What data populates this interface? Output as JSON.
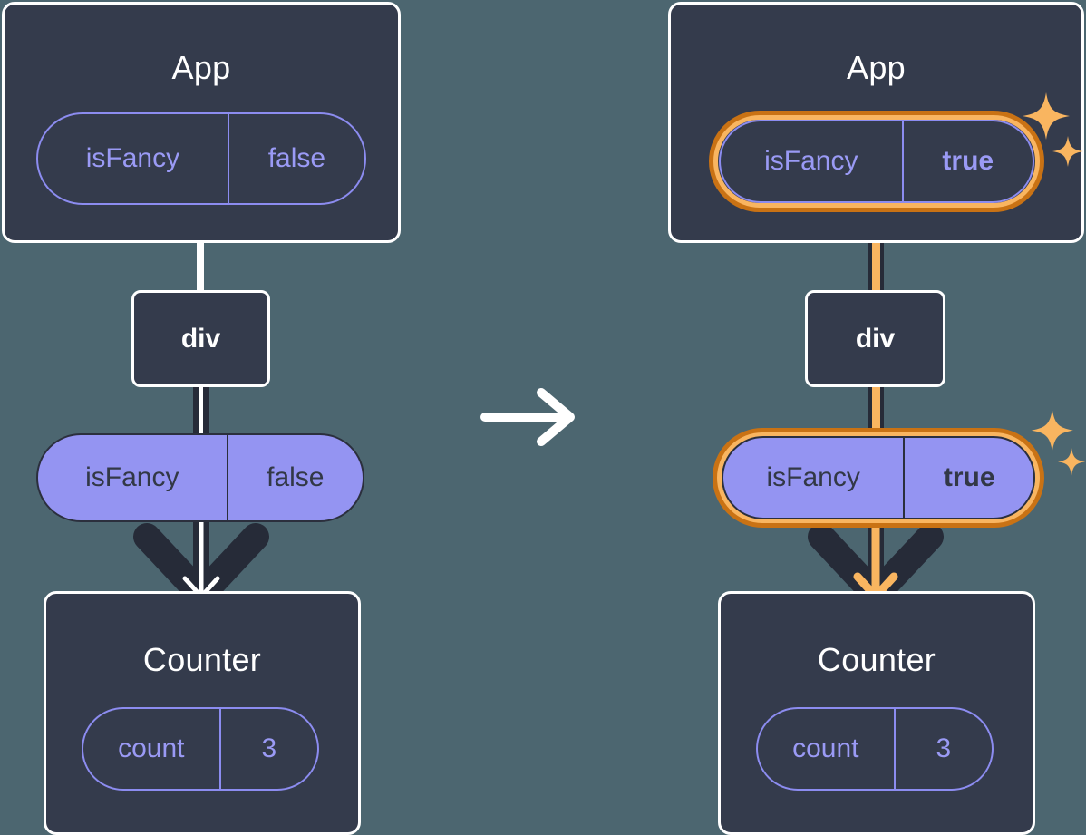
{
  "diagram": {
    "title": "React state propagation: isFancy false to true",
    "background_color": "#4C6670",
    "transition_arrow_icon": "arrow-right-icon",
    "colors": {
      "panel": "#343B4C",
      "panel_border": "#FFFFFF",
      "pill_fill": "#9494F2",
      "pill_outline": "#8C8CF0",
      "highlight_outer": "#C97214",
      "highlight_inner": "#F9B560",
      "sparkle": "#F9B560",
      "edge_dark": "#262B38"
    }
  },
  "before": {
    "app": {
      "title": "App",
      "state_pill": {
        "key": "isFancy",
        "value": "false",
        "style": "outline",
        "highlighted": false
      }
    },
    "div": {
      "label": "div"
    },
    "prop_pill": {
      "key": "isFancy",
      "value": "false",
      "style": "solid",
      "highlighted": false
    },
    "counter": {
      "title": "Counter",
      "state_pill": {
        "key": "count",
        "value": "3",
        "style": "outline",
        "highlighted": false
      }
    }
  },
  "after": {
    "app": {
      "title": "App",
      "state_pill": {
        "key": "isFancy",
        "value": "true",
        "style": "outline",
        "highlighted": true
      }
    },
    "div": {
      "label": "div"
    },
    "prop_pill": {
      "key": "isFancy",
      "value": "true",
      "style": "solid",
      "highlighted": true
    },
    "counter": {
      "title": "Counter",
      "state_pill": {
        "key": "count",
        "value": "3",
        "style": "outline",
        "highlighted": false
      }
    }
  }
}
